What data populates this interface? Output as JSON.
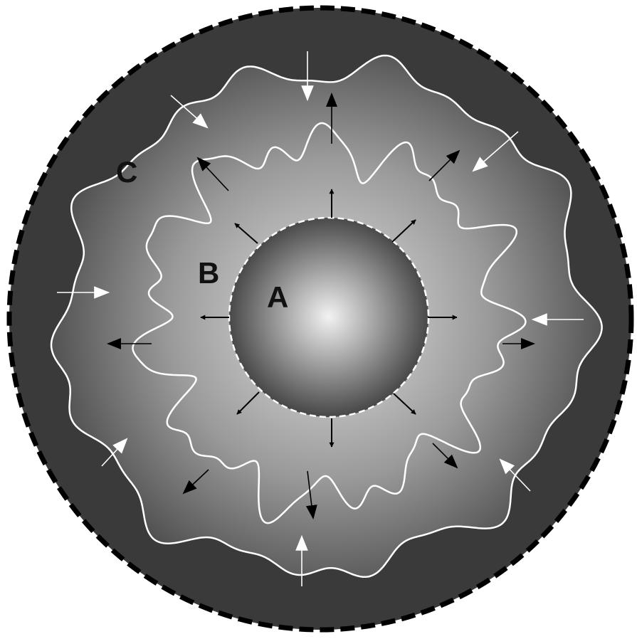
{
  "labels": {
    "inner": "A",
    "middle": "B",
    "outer": "C"
  },
  "colors": {
    "background": "#ffffff",
    "outer_ring": "#3a3a3a",
    "outer_border": "#000000",
    "gradient_light": "#d8d8d8",
    "gradient_dark": "#4a4a4a",
    "sphere_light": "#f2f2f2",
    "sphere_dark": "#3c3c3c",
    "wavy_front": "#ffffff",
    "outward_arrow": "#000000",
    "inward_arrow": "#ffffff"
  }
}
